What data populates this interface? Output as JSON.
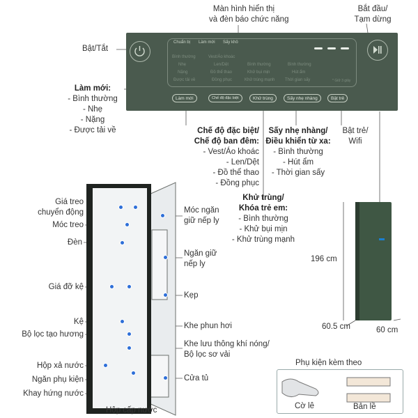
{
  "colors": {
    "panel": "#4a5a4e",
    "marker": "#2e6fd8",
    "cabinet": "#3f5744"
  },
  "callouts": {
    "screen": [
      "Màn hình hiển thị",
      "và đèn báo chức năng"
    ],
    "start": [
      "Bắt đầu/",
      "Tạm dừng"
    ],
    "power": "Bật/Tắt"
  },
  "panel": {
    "top_tabs": [
      "Chuẩn bị",
      "Làm mới",
      "Sấy khô"
    ],
    "col1": [
      "Bình thường",
      "Nhẹ",
      "Nặng",
      "Được tải về"
    ],
    "col2": [
      "Vest/Áo khoác",
      "Len/Dệt",
      "Đồ thể thao",
      "Đồng phục"
    ],
    "col3": [
      "Bình thường",
      "Khử bụi mịn",
      "Khử trùng mạnh"
    ],
    "col4": [
      "Bình thường",
      "Hút ẩm",
      "Thời gian sấy"
    ],
    "small_note": "* Giữ 3 giây",
    "buttons": [
      "Làm mới",
      "Chế độ đặc biệt",
      "Khử trùng",
      "Sấy nhẹ nhàng",
      "Bật trẻ"
    ]
  },
  "groups": {
    "refresh": {
      "title": "Làm mới:",
      "items": [
        "- Bình thường",
        "- Nhẹ",
        "- Nặng",
        "- Được tải về"
      ]
    },
    "special": {
      "title": [
        "Chế độ đặc biệt/",
        "Chế độ ban đêm:"
      ],
      "items": [
        "- Vest/Áo khoác",
        "- Len/Dệt",
        "- Đồ thể thao",
        "- Đồng phục"
      ]
    },
    "dry": {
      "title": [
        "Sấy nhẹ nhàng/",
        "Điều khiển từ xa:"
      ],
      "items": [
        "- Bình thường",
        "- Hút ẩm",
        "- Thời gian sấy"
      ]
    },
    "child": [
      "Bật trẻ/",
      "Wifi"
    ],
    "sanitize": {
      "title": [
        "Khử trùng/",
        "Khóa trẻ em:"
      ],
      "items": [
        "- Bình thường",
        "- Khử bụi mịn",
        "- Khử trùng mạnh"
      ]
    }
  },
  "parts_left": {
    "moving_hanger": [
      "Giá treo",
      "chuyển động"
    ],
    "hook": "Móc treo",
    "light": "Đèn",
    "shelf_holder": "Giá đỡ kệ",
    "shelf": "Kệ",
    "aroma_filter": "Bộ lọc tạo hương",
    "drain_box": "Hộp xả nước",
    "accessory_drawer": "Ngăn phụ kiện",
    "drip_tray": "Khay hứng nước",
    "water_supply": "Hộp cấp nước"
  },
  "parts_right": {
    "crease_hanger": [
      "Móc ngăn",
      "giữ nếp ly"
    ],
    "crease_compartment": [
      "Ngăn giữ",
      "nếp ly"
    ],
    "clip": "Kẹp",
    "steam_vent": "Khe phun hơi",
    "hot_air": [
      "Khe lưu thông khí nóng/",
      "Bộ lọc sơ vải"
    ],
    "door": "Cửa tủ"
  },
  "dimensions": {
    "height": "196 cm",
    "width": "60.5 cm",
    "depth": "60 cm"
  },
  "accessories": {
    "title": "Phụ kiện kèm theo",
    "items": [
      "Cờ lê",
      "Bản lề"
    ]
  }
}
